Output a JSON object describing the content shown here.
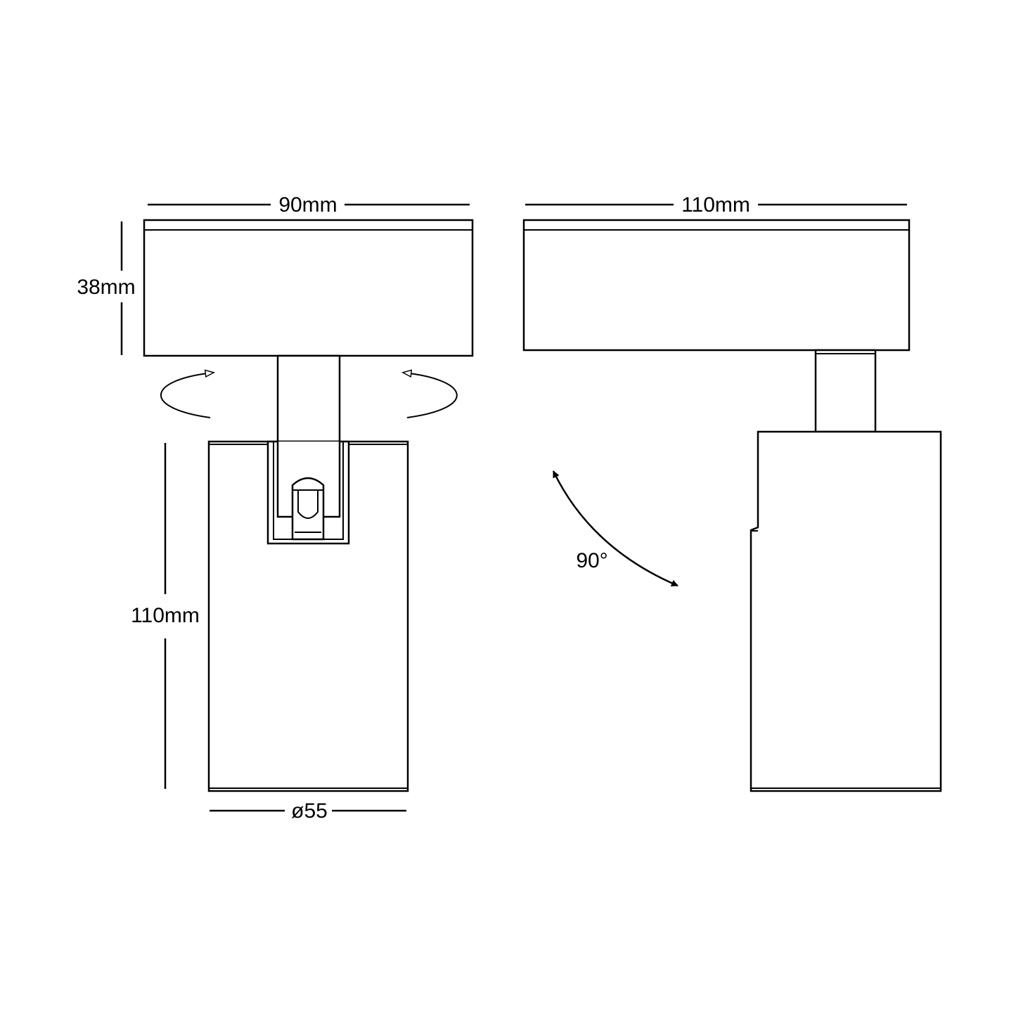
{
  "front_view": {
    "width_label": "90mm",
    "base_height_label": "38mm",
    "body_height_label": "110mm",
    "diameter_label": "ø55"
  },
  "side_view": {
    "width_label": "110mm",
    "tilt_label": "90°"
  },
  "colors": {
    "line": "#000000",
    "background": "#ffffff"
  }
}
